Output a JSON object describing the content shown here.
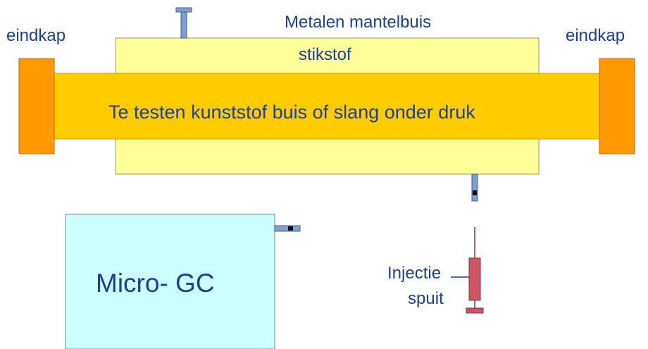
{
  "labels": {
    "endcap_left": "eindkap",
    "endcap_right": "eindkap",
    "jacket_tube": "Metalen mantelbuis",
    "nitrogen": "stikstof",
    "test_tube": "Te testen kunststof buis of slang onder druk",
    "micro_gc": "Micro- GC",
    "syringe_line1": "Injectie",
    "syringe_line2": "spuit"
  },
  "colors": {
    "text": "#1a3f9e",
    "jacket_fill": "#ffff99",
    "jacket_stroke": "#999966",
    "tube_fill": "#ffcc00",
    "tube_stroke": "#cc9900",
    "endcap_fill": "#ff9900",
    "endcap_stroke": "#cc6600",
    "gc_fill": "#ccffff",
    "gc_stroke": "#6a8aa0",
    "port_fill": "#7f9fcf",
    "port_stroke": "#3f5f8f",
    "syringe_fill": "#cc5566",
    "syringe_stroke": "#883344"
  }
}
